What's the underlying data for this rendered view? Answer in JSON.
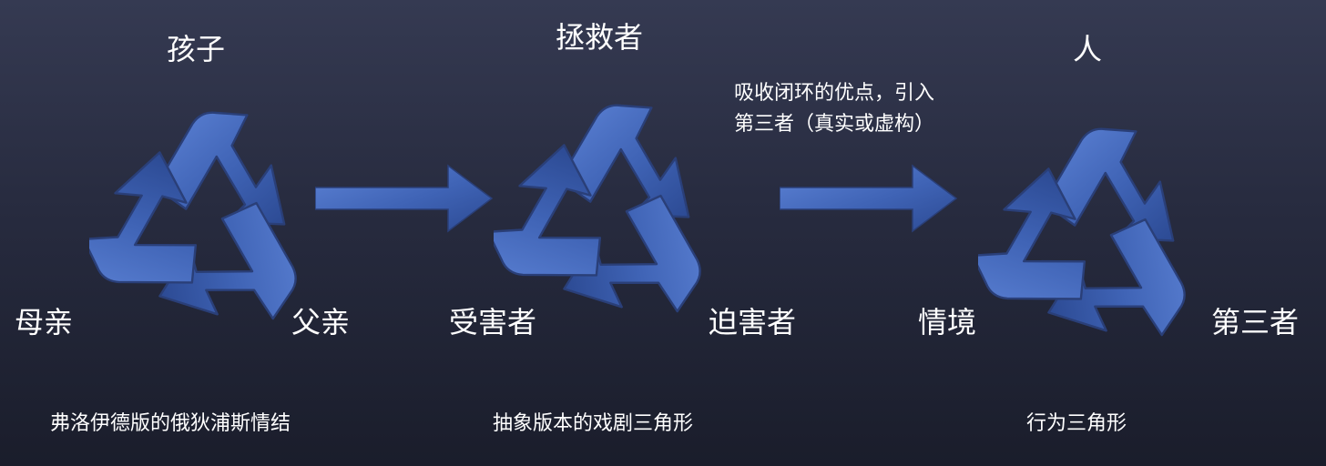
{
  "diagrams": [
    {
      "top_label": "孩子",
      "left_label": "母亲",
      "right_label": "父亲",
      "caption": "弗洛伊德版的俄狄浦斯情结"
    },
    {
      "top_label": "拯救者",
      "left_label": "受害者",
      "right_label": "迫害者",
      "caption": "抽象版本的戏剧三角形"
    },
    {
      "top_label": "人",
      "left_label": "情境",
      "right_label": "第三者",
      "caption": "行为三角形"
    }
  ],
  "transition_note": {
    "line1": "吸收闭环的优点，引入",
    "line2": "第三者（真实或虚构）"
  },
  "icons": {
    "cycle": "recycle-triangle-icon",
    "flow": "right-arrow-icon"
  },
  "colors": {
    "cycle_blue": "#3f63b5",
    "arrow_blue": "#3f63b5",
    "text": "#ffffff"
  }
}
